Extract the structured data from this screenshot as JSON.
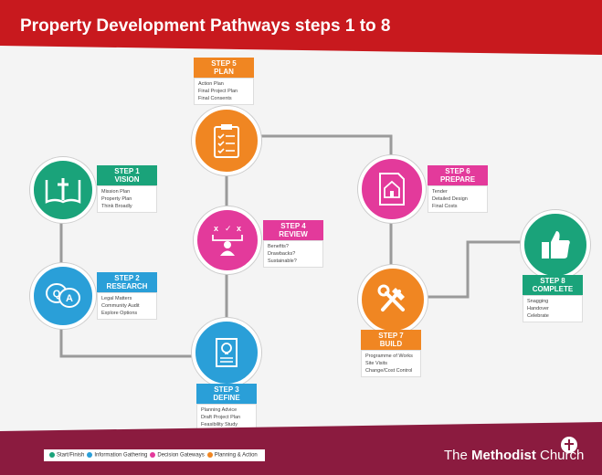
{
  "header": {
    "title": "Property Development Pathways steps 1 to 8"
  },
  "steps": [
    {
      "num": "STEP 1",
      "name": "VISION",
      "items": [
        "Mission Plan",
        "Property Plan",
        "Think Broadly"
      ]
    },
    {
      "num": "STEP 2",
      "name": "RESEARCH",
      "items": [
        "Legal Matters",
        "Community Audit",
        "Explore Options"
      ]
    },
    {
      "num": "STEP 3",
      "name": "DEFINE",
      "items": [
        "Planning Advice",
        "Draft Project Plan",
        "Feasibility Study"
      ]
    },
    {
      "num": "STEP 4",
      "name": "REVIEW",
      "items": [
        "Benefits?",
        "Drawbacks?",
        "Sustainable?"
      ]
    },
    {
      "num": "STEP 5",
      "name": "PLAN",
      "items": [
        "Action Plan",
        "Final Project Plan",
        "Final Consents"
      ]
    },
    {
      "num": "STEP 6",
      "name": "PREPARE",
      "items": [
        "Tender",
        "Detailed Design",
        "Final Costs"
      ]
    },
    {
      "num": "STEP 7",
      "name": "BUILD",
      "items": [
        "Programme of Works",
        "Site Visits",
        "Change/Cost Control"
      ]
    },
    {
      "num": "STEP 8",
      "name": "COMPLETE",
      "items": [
        "Snagging",
        "Handover",
        "Celebrate"
      ]
    }
  ],
  "legend": [
    {
      "label": "Start/Finish",
      "color": "#1aa37a"
    },
    {
      "label": "Information Gathering",
      "color": "#2a9fd8"
    },
    {
      "label": "Decision Gateways",
      "color": "#e33a9b"
    },
    {
      "label": "Planning & Action",
      "color": "#f08622"
    }
  ],
  "footer": {
    "brand_prefix": "The ",
    "brand_bold": "Methodist",
    "brand_suffix": " Church"
  },
  "colors": {
    "header": "#c8191e",
    "footer": "#8b1b3f",
    "green": "#1aa37a",
    "blue": "#2a9fd8",
    "pink": "#e33a9b",
    "orange": "#f08622"
  },
  "icons": [
    "bible-cross-icon",
    "qa-speech-bubbles-icon",
    "lightbulb-document-icon",
    "review-ticks-person-icon",
    "clipboard-checklist-icon",
    "house-document-icon",
    "hammer-wrench-icon",
    "thumbs-up-icon"
  ]
}
